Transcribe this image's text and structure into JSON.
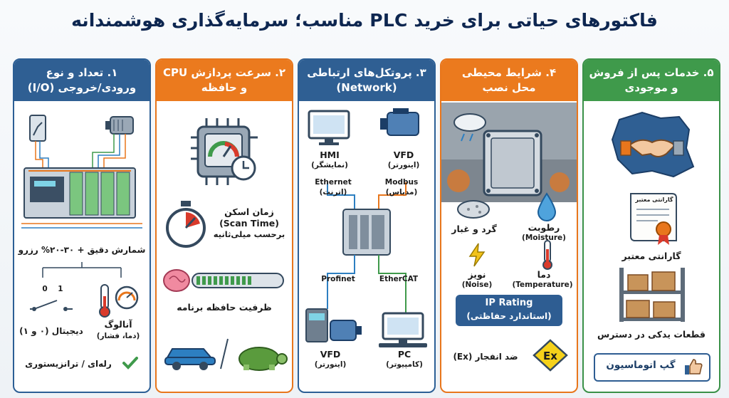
{
  "title": "فاکتورهای حیاتی برای خرید PLC مناسب؛ سرمایه‌گذاری هوشمندانه",
  "col1": {
    "head1": "۱. تعداد و نوع",
    "head2": "ورودی/خروجی (I/O)",
    "count_note": "شمارش دقیق + ۳۰-۲۰% رزرو",
    "digital_numbers": "0    1",
    "digital": "دیجیتال (۰ و ۱)",
    "analog": "آنالوگ",
    "analog_sub": "(دما، فشار)",
    "relay": "رله‌ای / ترانزیستوری"
  },
  "col2": {
    "head1": "۲. سرعت پردازش CPU",
    "head2": "و حافظه",
    "scan1": "زمان اسکن",
    "scan2": "(Scan Time)",
    "scan3": "برحسب میلی‌ثانیه",
    "memory": "ظرفیت حافظه برنامه"
  },
  "col3": {
    "head1": "۳. پروتکل‌های ارتباطی",
    "head2": "(Network)",
    "hmi": "HMI",
    "hmi_sub": "(نمایشگر)",
    "vfd_top": "VFD",
    "vfd_top_sub": "(اینورتر)",
    "ethernet": "Ethernet",
    "ethernet_sub": "(اترنت)",
    "modbus": "Modbus",
    "modbus_sub": "(مدباس)",
    "profinet": "Profinet",
    "ethercat": "EtherCAT",
    "vfd_bottom": "VFD",
    "vfd_bottom_sub": "(اینورتر)",
    "pc": "PC",
    "pc_sub": "(کامپیوتر)"
  },
  "col4": {
    "head1": "۴. شرایط محیطی",
    "head2": "محل نصب",
    "dust": "گرد و غبار",
    "humidity": "رطوبت",
    "humidity_sub": "(Moisture)",
    "noise": "نویز",
    "noise_sub": "(Noise)",
    "temp": "دما",
    "temp_sub": "(Temperature)",
    "ip1": "IP Rating",
    "ip2": "(استاندارد حفاظتی)",
    "ex": "ضد انفجار (Ex)",
    "ex_symbol": "Ex"
  },
  "col5": {
    "head1": "۵. خدمات پس از فروش",
    "head2": "و موجودی",
    "cert_text": "گارانتی معتبر",
    "warranty": "گارانتی معتبر",
    "spares": "قطعات یدکی در دسترس",
    "brand": "گپ اتوماسیون"
  },
  "colors": {
    "navy": "#2f5f93",
    "orange": "#eb7a1e",
    "green": "#3f9a4b",
    "title": "#0d2650"
  }
}
